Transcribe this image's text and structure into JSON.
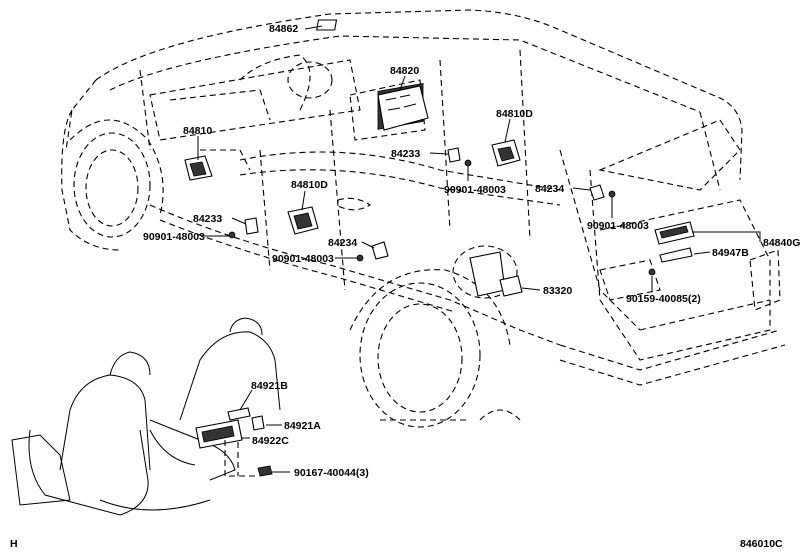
{
  "diagram": {
    "footer_left": "H",
    "footer_right": "846010C",
    "labels": {
      "p84862": "84862",
      "p84820": "84820",
      "p84810_left": "84810",
      "p84810D_right": "84810D",
      "p84233_upper": "84233",
      "p90901_upper": "90901-48003",
      "p84810D_mid": "84810D",
      "p84234_right": "84234",
      "p90901_right": "90901-48003",
      "p84233_lower": "84233",
      "p90901_left": "90901-48003",
      "p84234_mid": "84234",
      "p90901_mid": "90901-48003",
      "p84840G": "84840G",
      "p84947B": "84947B",
      "p83320": "83320",
      "p90159": "90159-40085(2)",
      "p84921B": "84921B",
      "p84921A": "84921A",
      "p84922C": "84922C",
      "p90167": "90167-40044(3)"
    }
  }
}
